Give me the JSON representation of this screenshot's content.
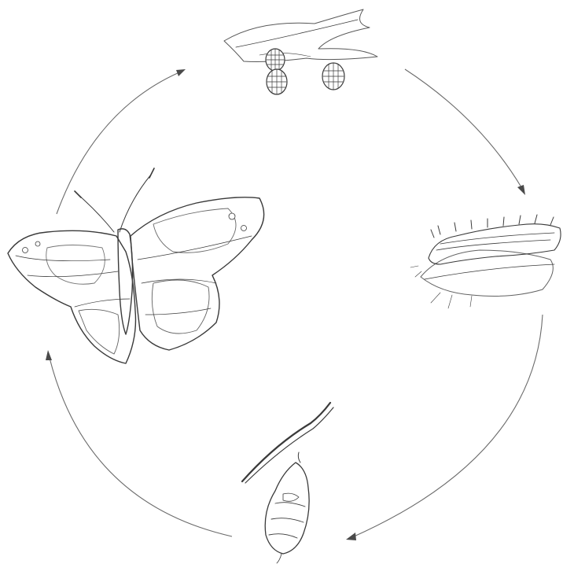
{
  "diagram": {
    "type": "life-cycle",
    "stages": [
      {
        "id": "eggs",
        "icon": "eggs-on-leaf-icon"
      },
      {
        "id": "caterpillar",
        "icon": "caterpillar-on-leaf-icon"
      },
      {
        "id": "chrysalis",
        "icon": "chrysalis-on-twig-icon"
      },
      {
        "id": "adult",
        "icon": "butterfly-icon"
      }
    ],
    "cycle_order": [
      "eggs",
      "caterpillar",
      "chrysalis",
      "adult",
      "eggs"
    ],
    "colors": {
      "background": "#ffffff",
      "line": "#6b6b6b",
      "ink": "#3a3a3a"
    }
  }
}
